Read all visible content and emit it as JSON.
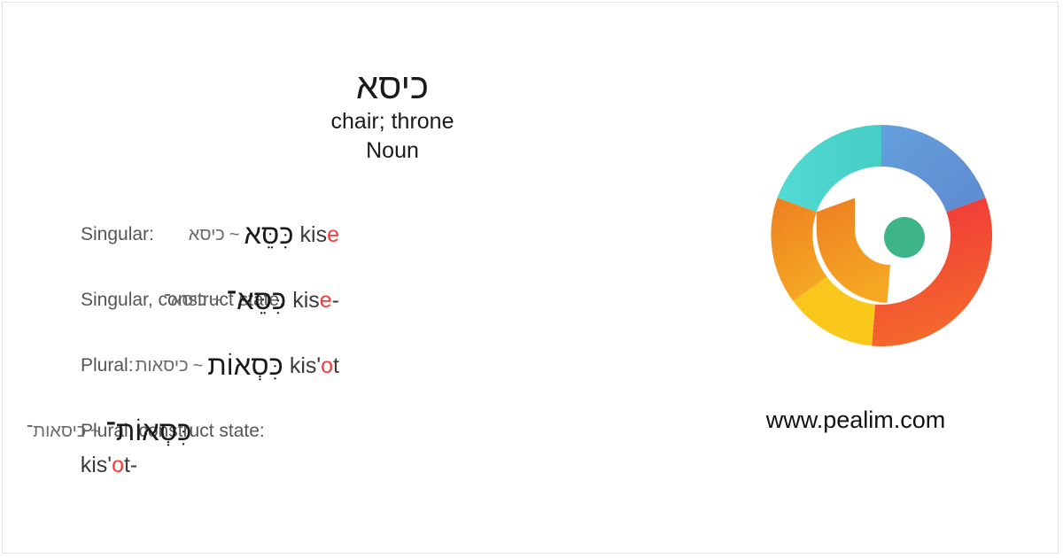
{
  "header": {
    "hebrew": "כיסא",
    "meaning": "chair; throne",
    "part_of_speech": "Noun"
  },
  "forms": [
    {
      "label": "Singular:",
      "menukad": "כִּסֵּא",
      "separator": "~",
      "ktiv_male": "כיסא",
      "translit_pre": "kis",
      "translit_stress": "e",
      "translit_post": ""
    },
    {
      "label": "Singular, construct state:",
      "menukad": "כִּסֵּא־",
      "separator": "~",
      "ktiv_male": "כיסא־",
      "translit_pre": "kis",
      "translit_stress": "e",
      "translit_post": "-"
    },
    {
      "label": "Plural:",
      "menukad": "כִּסְאוֹת",
      "separator": "~",
      "ktiv_male": "כיסאות",
      "translit_pre": "kis'",
      "translit_stress": "o",
      "translit_post": "t"
    },
    {
      "label": "Plural, construct state:",
      "menukad": "כִּסְאוֹת־",
      "separator": "~",
      "ktiv_male": "כיסאות־",
      "translit_pre": "kis'",
      "translit_stress": "o",
      "translit_post": "t-"
    }
  ],
  "branding": {
    "site_url": "www.pealim.com",
    "logo_name": "pealim-logo"
  },
  "colors": {
    "background": "#ffffff",
    "border": "#e3e3e3",
    "label_text": "#555555",
    "primary_text": "#1a1a1a",
    "secondary_text": "#6b6b6b",
    "stress_accent": "#ef3b3b",
    "logo_teal": "#4ed6cf",
    "logo_blue": "#6096d8",
    "logo_red": "#f0333c",
    "logo_orange": "#f4682c",
    "logo_amber": "#f0921f",
    "logo_yellow": "#f8c51c",
    "logo_green": "#3eb489"
  }
}
